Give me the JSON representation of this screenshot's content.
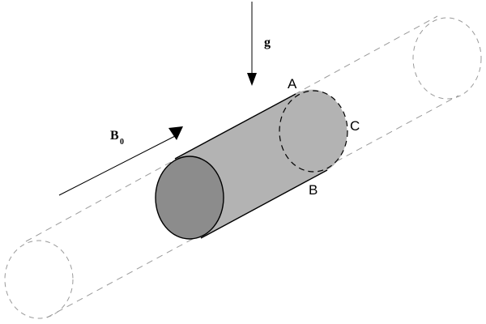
{
  "labels": {
    "gravity": "g",
    "field_main": "B",
    "field_sub": "0",
    "point_a": "A",
    "point_b": "B",
    "point_c": "C"
  },
  "colors": {
    "cylinder_body": "#b3b3b3",
    "cylinder_end_face": "#8c8c8c",
    "dashed_line": "#9a9a9a",
    "outline": "#000000"
  }
}
